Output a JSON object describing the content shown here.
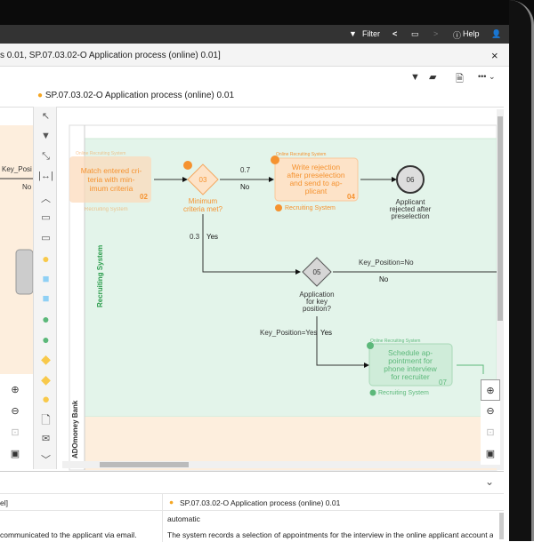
{
  "topbar": {
    "filter": "Filter",
    "help": "Help"
  },
  "tab": {
    "title": "s 0.01, SP.07.03.02-O Application process (online) 0.01]",
    "close": "×"
  },
  "toolbar": {
    "more": "••• ⌄"
  },
  "diagram_title": "SP.07.03.02-O Application process (online) 0.01",
  "lanes": {
    "pool": "ADOmoney Bank",
    "lane": "Recruiting System"
  },
  "nodes": {
    "n02": {
      "lines": [
        "Match entered cri-",
        "teria with min-",
        "imum criteria"
      ],
      "id": "02",
      "top": "Online Recruiting System",
      "bottom": "Recruiting System"
    },
    "n03": {
      "id": "03",
      "lines": [
        "Minimum",
        "criteria met?"
      ]
    },
    "n04": {
      "lines": [
        "Write rejection",
        "after preselection",
        "and send to ap-",
        "plicant"
      ],
      "id": "04",
      "top": "Online Recruiting System",
      "bottom": "Recruiting System"
    },
    "n05": {
      "id": "05",
      "lines": [
        "Application",
        "for key",
        "position?"
      ]
    },
    "n06": {
      "id": "06",
      "lines": [
        "Applicant",
        "rejected after",
        "preselection"
      ]
    },
    "n07": {
      "lines": [
        "Schedule ap-",
        "pointment for",
        "phone interview",
        "for recruiter"
      ],
      "id": "07",
      "top": "Online Recruiting System",
      "bottom": "Recruiting System"
    }
  },
  "edges": {
    "p07": "0.7",
    "no1": "No",
    "p03": "0.3",
    "yes1": "Yes",
    "kpno": "Key_Position=No",
    "no2": "No",
    "kpyes": "Key_Position=Yes",
    "yes2": "Yes",
    "left_kp": "Key_Posi",
    "left_no": "No"
  },
  "bottom": {
    "col1_header": "el]",
    "col2_header": "SP.07.03.02-O Application process (online) 0.01",
    "row1_col2": "automatic",
    "row2_col1": "communicated to the applicant via email.",
    "row2_col2": "The system records a selection of appointments for the interview in the online applicant account and..."
  },
  "colors": {
    "green_lane": "#e3f4ea",
    "peach": "#fdeedd",
    "orange": "#f5922f",
    "green": "#5cb87a"
  }
}
